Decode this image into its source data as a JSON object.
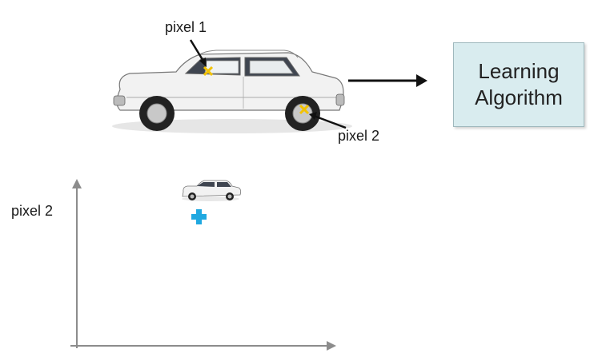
{
  "labels": {
    "pixel1": "pixel 1",
    "pixel2_car": "pixel 2",
    "pixel2_axis": "pixel 2"
  },
  "learning_box": {
    "line1": "Learning",
    "line2": "Algorithm",
    "fill_color": "#d9ecef"
  },
  "plot": {
    "point_marker_color": "#20a8e0",
    "pixel_marker_color": "#f2c200",
    "axis_color": "#8c8c8c"
  }
}
